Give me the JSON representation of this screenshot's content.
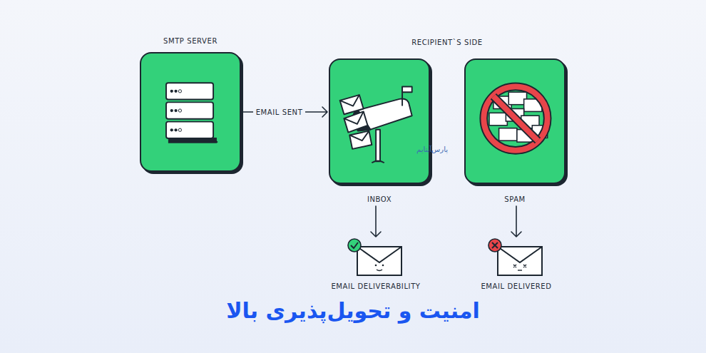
{
  "diagram": {
    "title": "امنیت و تحویل‌پذیری بالا",
    "nodes": [
      {
        "text": [
          "SMTP SERVER"
        ]
      },
      {
        "text": [
          "INBOX"
        ]
      },
      {
        "text": [
          "SPAM"
        ]
      },
      {
        "text": [
          "EMAIL DELIVERABILITY"
        ]
      },
      {
        "text": [
          "EMAIL DELIVERED"
        ]
      }
    ],
    "edges": [
      {
        "from": 0,
        "to": 1,
        "label": "EMAIL SENT",
        "arrow": "to"
      },
      {
        "from": 1,
        "to": 3,
        "arrow": "to"
      },
      {
        "from": 2,
        "to": 4,
        "arrow": "to"
      }
    ],
    "labels": [
      "RECIPIENT`S SIDE",
      "پارس‌آپتایم"
    ]
  }
}
